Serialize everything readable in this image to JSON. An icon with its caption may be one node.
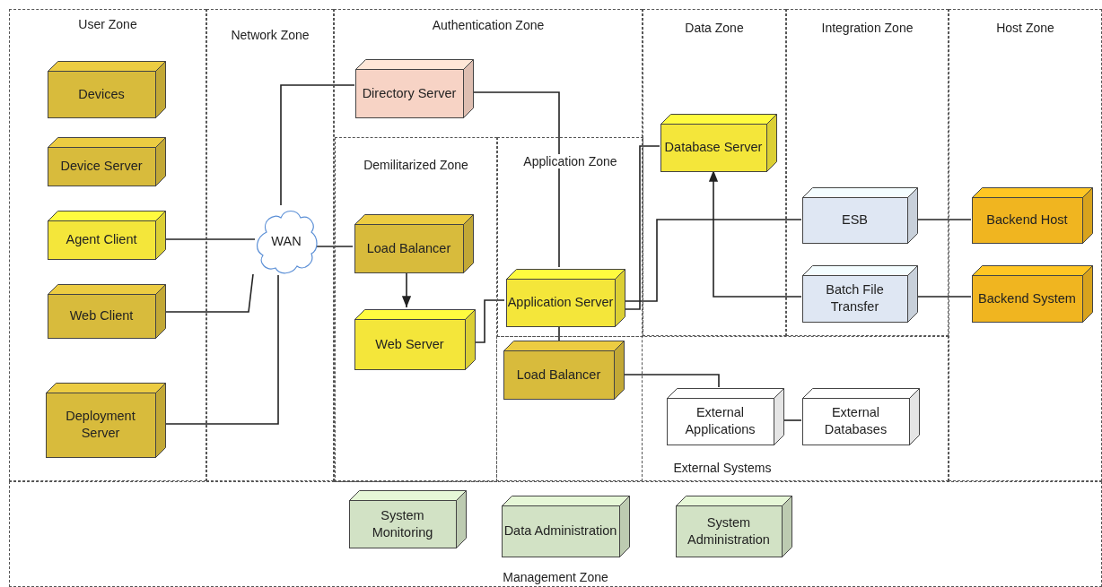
{
  "diagram": {
    "nodes": [
      {
        "text": [
          "User Zone"
        ]
      },
      {
        "text": [
          "Devices"
        ],
        "in": 0
      },
      {
        "text": [
          "Device Server"
        ],
        "in": 0
      },
      {
        "text": [
          "Agent Client"
        ],
        "in": 0
      },
      {
        "text": [
          "Web Client"
        ],
        "in": 0
      },
      {
        "text": [
          "Deployment Server"
        ],
        "in": 0
      },
      {
        "text": [
          "Network Zone"
        ]
      },
      {
        "text": [
          "WAN"
        ],
        "in": 6
      },
      {
        "text": [
          "Authentication Zone"
        ]
      },
      {
        "text": [
          "Directory Server"
        ],
        "in": 8
      },
      {
        "text": [
          "Demilitarized Zone"
        ],
        "in": 8
      },
      {
        "text": [
          "Load Balancer"
        ],
        "in": 10
      },
      {
        "text": [
          "Web Server"
        ],
        "in": 10
      },
      {
        "text": [
          "Application Zone"
        ],
        "in": 8
      },
      {
        "text": [
          "Application Server"
        ],
        "in": 13
      },
      {
        "text": [
          "Data Zone"
        ]
      },
      {
        "text": [
          "Database Server"
        ],
        "in": 15
      },
      {
        "text": [
          "Integration Zone"
        ]
      },
      {
        "text": [
          "ESB"
        ],
        "in": 17
      },
      {
        "text": [
          "Batch File Transfer"
        ],
        "in": 17
      },
      {
        "text": [
          "Host Zone"
        ]
      },
      {
        "text": [
          "Backend Host"
        ],
        "in": 20
      },
      {
        "text": [
          "Backend System"
        ],
        "in": 20
      },
      {
        "text": [
          "External Systems"
        ]
      },
      {
        "text": [
          "Load Balancer"
        ]
      },
      {
        "text": [
          "External Applications"
        ],
        "in": 23
      },
      {
        "text": [
          "External Databases"
        ],
        "in": 23
      },
      {
        "text": [
          "Management Zone"
        ]
      },
      {
        "text": [
          "System Monitoring"
        ],
        "in": 27
      },
      {
        "text": [
          "Data Administration"
        ],
        "in": 27
      },
      {
        "text": [
          "System Administration"
        ],
        "in": 27
      }
    ],
    "edges": [
      {
        "from": 3,
        "to": 7,
        "arrow": "none"
      },
      {
        "from": 4,
        "to": 7,
        "arrow": "none"
      },
      {
        "from": 5,
        "to": 7,
        "arrow": "none"
      },
      {
        "from": 7,
        "to": 9,
        "arrow": "none"
      },
      {
        "from": 7,
        "to": 11,
        "arrow": "none"
      },
      {
        "from": 11,
        "to": 12,
        "arrow": "to"
      },
      {
        "from": 12,
        "to": 14,
        "arrow": "none"
      },
      {
        "from": 9,
        "to": 14,
        "arrow": "none"
      },
      {
        "from": 14,
        "to": 16,
        "arrow": "none"
      },
      {
        "from": 14,
        "to": 18,
        "arrow": "none"
      },
      {
        "from": 19,
        "to": 16,
        "arrow": "to"
      },
      {
        "from": 18,
        "to": 21,
        "arrow": "none"
      },
      {
        "from": 19,
        "to": 22,
        "arrow": "none"
      },
      {
        "from": 14,
        "to": 24,
        "arrow": "none"
      },
      {
        "from": 24,
        "to": 25,
        "arrow": "none"
      },
      {
        "from": 25,
        "to": 26,
        "arrow": "none"
      }
    ]
  }
}
